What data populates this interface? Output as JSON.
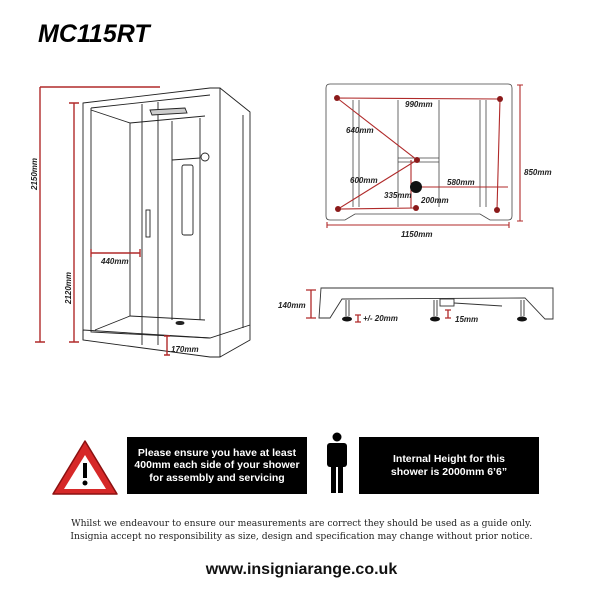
{
  "title": "MC115RT",
  "front_view": {
    "overall_height": "2150mm",
    "frame_height": "2120mm",
    "door_opening": "440mm",
    "tray_height": "170mm"
  },
  "plan_view": {
    "top_width": "990mm",
    "diag_upper": "640mm",
    "diag_lower": "600mm",
    "waste_from_left": "335mm",
    "waste_from_front": "200mm",
    "waste_to_right": "580mm",
    "depth": "850mm",
    "width": "1150mm"
  },
  "side_view": {
    "tray_height": "140mm",
    "leg_adjust": "+/- 20mm",
    "waste_clearance": "15mm"
  },
  "notices": {
    "assembly": "Please ensure you have at least 400mm each side of your shower for assembly and servicing",
    "internal_height": "Internal Height for this shower is 2000mm 6’6”"
  },
  "disclaimer": {
    "line1": "Whilst we endeavour to ensure our measurements are correct they should be used as a guide only.",
    "line2": "Insignia accept no responsibility as size, design and specification may change without prior notice."
  },
  "website": "www.insigniarange.co.uk",
  "colors": {
    "dimension": "#b02a2a",
    "warning": "#d62828"
  }
}
